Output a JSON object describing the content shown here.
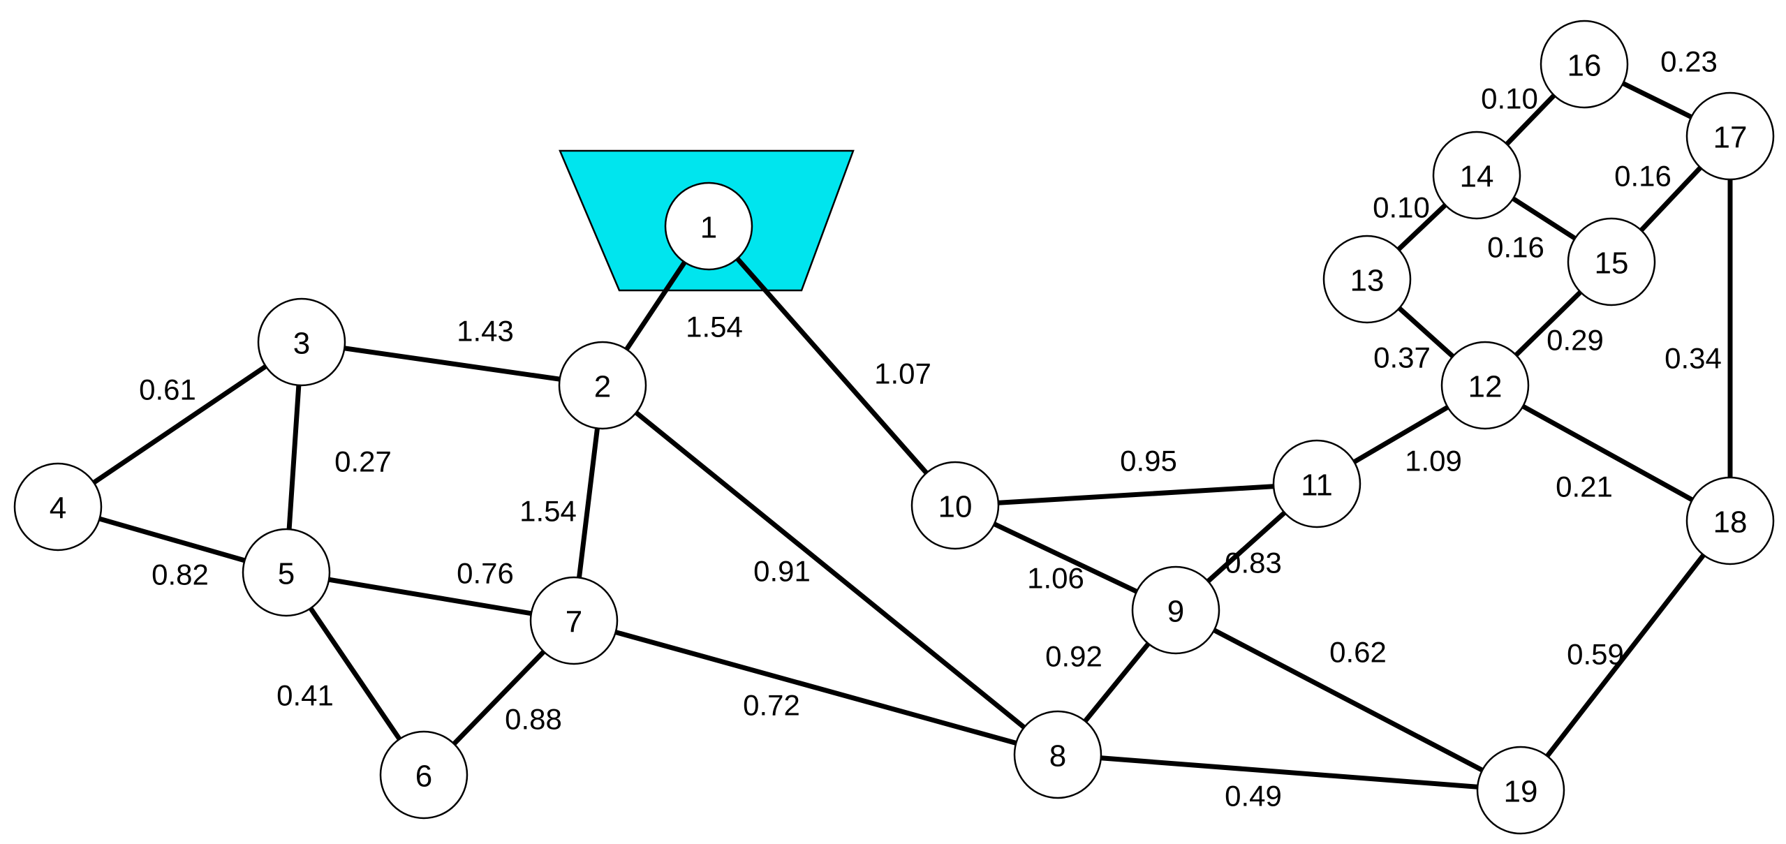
{
  "colors": {
    "source_fill": "#00e5ee",
    "edge": "#000000",
    "node_fill": "#ffffff"
  },
  "nodes": [
    {
      "id": "1",
      "label": "1",
      "is_source": true
    },
    {
      "id": "2",
      "label": "2"
    },
    {
      "id": "3",
      "label": "3"
    },
    {
      "id": "4",
      "label": "4"
    },
    {
      "id": "5",
      "label": "5"
    },
    {
      "id": "6",
      "label": "6"
    },
    {
      "id": "7",
      "label": "7"
    },
    {
      "id": "8",
      "label": "8"
    },
    {
      "id": "9",
      "label": "9"
    },
    {
      "id": "10",
      "label": "10"
    },
    {
      "id": "11",
      "label": "11"
    },
    {
      "id": "12",
      "label": "12"
    },
    {
      "id": "13",
      "label": "13"
    },
    {
      "id": "14",
      "label": "14"
    },
    {
      "id": "15",
      "label": "15"
    },
    {
      "id": "16",
      "label": "16"
    },
    {
      "id": "17",
      "label": "17"
    },
    {
      "id": "18",
      "label": "18"
    },
    {
      "id": "19",
      "label": "19"
    }
  ],
  "edges": [
    {
      "from": "1",
      "to": "2",
      "label": "1.54"
    },
    {
      "from": "1",
      "to": "10",
      "label": "1.07"
    },
    {
      "from": "3",
      "to": "2",
      "label": "1.43"
    },
    {
      "from": "3",
      "to": "4",
      "label": "0.61"
    },
    {
      "from": "3",
      "to": "5",
      "label": "0.27"
    },
    {
      "from": "4",
      "to": "5",
      "label": "0.82"
    },
    {
      "from": "5",
      "to": "7",
      "label": "0.76"
    },
    {
      "from": "5",
      "to": "6",
      "label": "0.41"
    },
    {
      "from": "7",
      "to": "6",
      "label": "0.88"
    },
    {
      "from": "2",
      "to": "7",
      "label": "1.54"
    },
    {
      "from": "2",
      "to": "8",
      "label": "0.91"
    },
    {
      "from": "7",
      "to": "8",
      "label": "0.72"
    },
    {
      "from": "10",
      "to": "11",
      "label": "0.95"
    },
    {
      "from": "10",
      "to": "9",
      "label": "1.06"
    },
    {
      "from": "9",
      "to": "11",
      "label": "0.83"
    },
    {
      "from": "8",
      "to": "9",
      "label": "0.92"
    },
    {
      "from": "9",
      "to": "19",
      "label": "0.62"
    },
    {
      "from": "8",
      "to": "19",
      "label": "0.49"
    },
    {
      "from": "11",
      "to": "12",
      "label": "1.09"
    },
    {
      "from": "12",
      "to": "18",
      "label": "0.21"
    },
    {
      "from": "12",
      "to": "13",
      "label": "0.37"
    },
    {
      "from": "12",
      "to": "15",
      "label": "0.29"
    },
    {
      "from": "13",
      "to": "14",
      "label": "0.10"
    },
    {
      "from": "14",
      "to": "15",
      "label": "0.16"
    },
    {
      "from": "14",
      "to": "16",
      "label": "0.10"
    },
    {
      "from": "16",
      "to": "17",
      "label": "0.23"
    },
    {
      "from": "15",
      "to": "17",
      "label": "0.16"
    },
    {
      "from": "17",
      "to": "18",
      "label": "0.34"
    },
    {
      "from": "18",
      "to": "19",
      "label": "0.59"
    }
  ]
}
